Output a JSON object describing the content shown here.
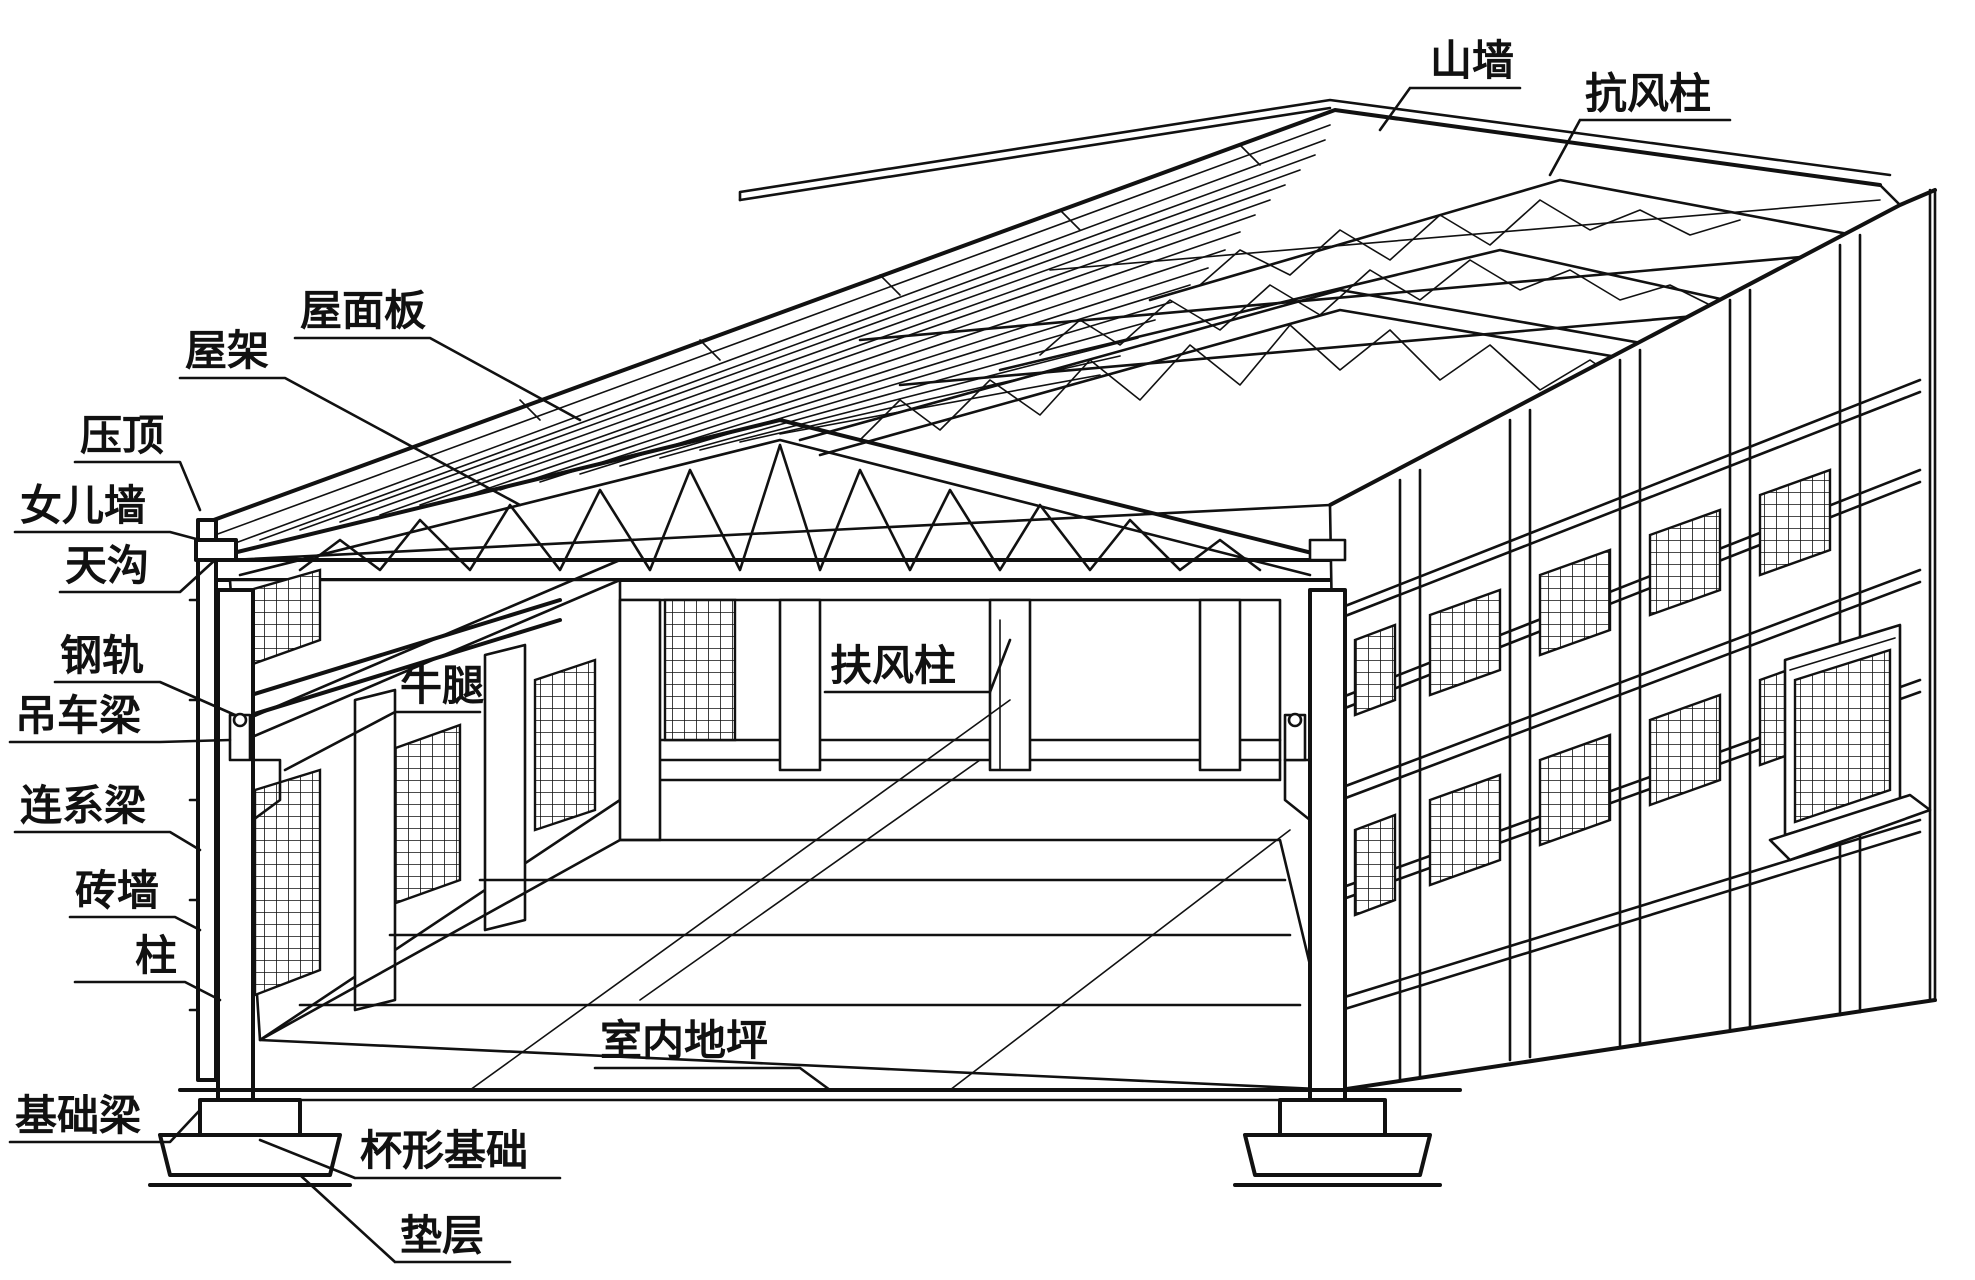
{
  "labels": {
    "shan_qiang": "山墙",
    "kang_feng_zhu": "抗风柱",
    "wu_mian_ban": "屋面板",
    "wu_jia": "屋架",
    "ya_ding": "压顶",
    "nv_er_qiang": "女儿墙",
    "tian_gou": "天沟",
    "gang_gui": "钢轨",
    "diao_che_liang": "吊车梁",
    "niu_tui": "牛腿",
    "fu_feng_zhu": "扶风柱",
    "lian_xi_liang": "连系梁",
    "zhuan_qiang": "砖墙",
    "zhu": "柱",
    "shi_nei_di_ping": "室内地坪",
    "ji_chu_liang": "基础梁",
    "bei_xing_ji_chu": "杯形基础",
    "dian_ceng": "垫层"
  },
  "colors": {
    "ink": "#111111",
    "paper": "#ffffff"
  }
}
